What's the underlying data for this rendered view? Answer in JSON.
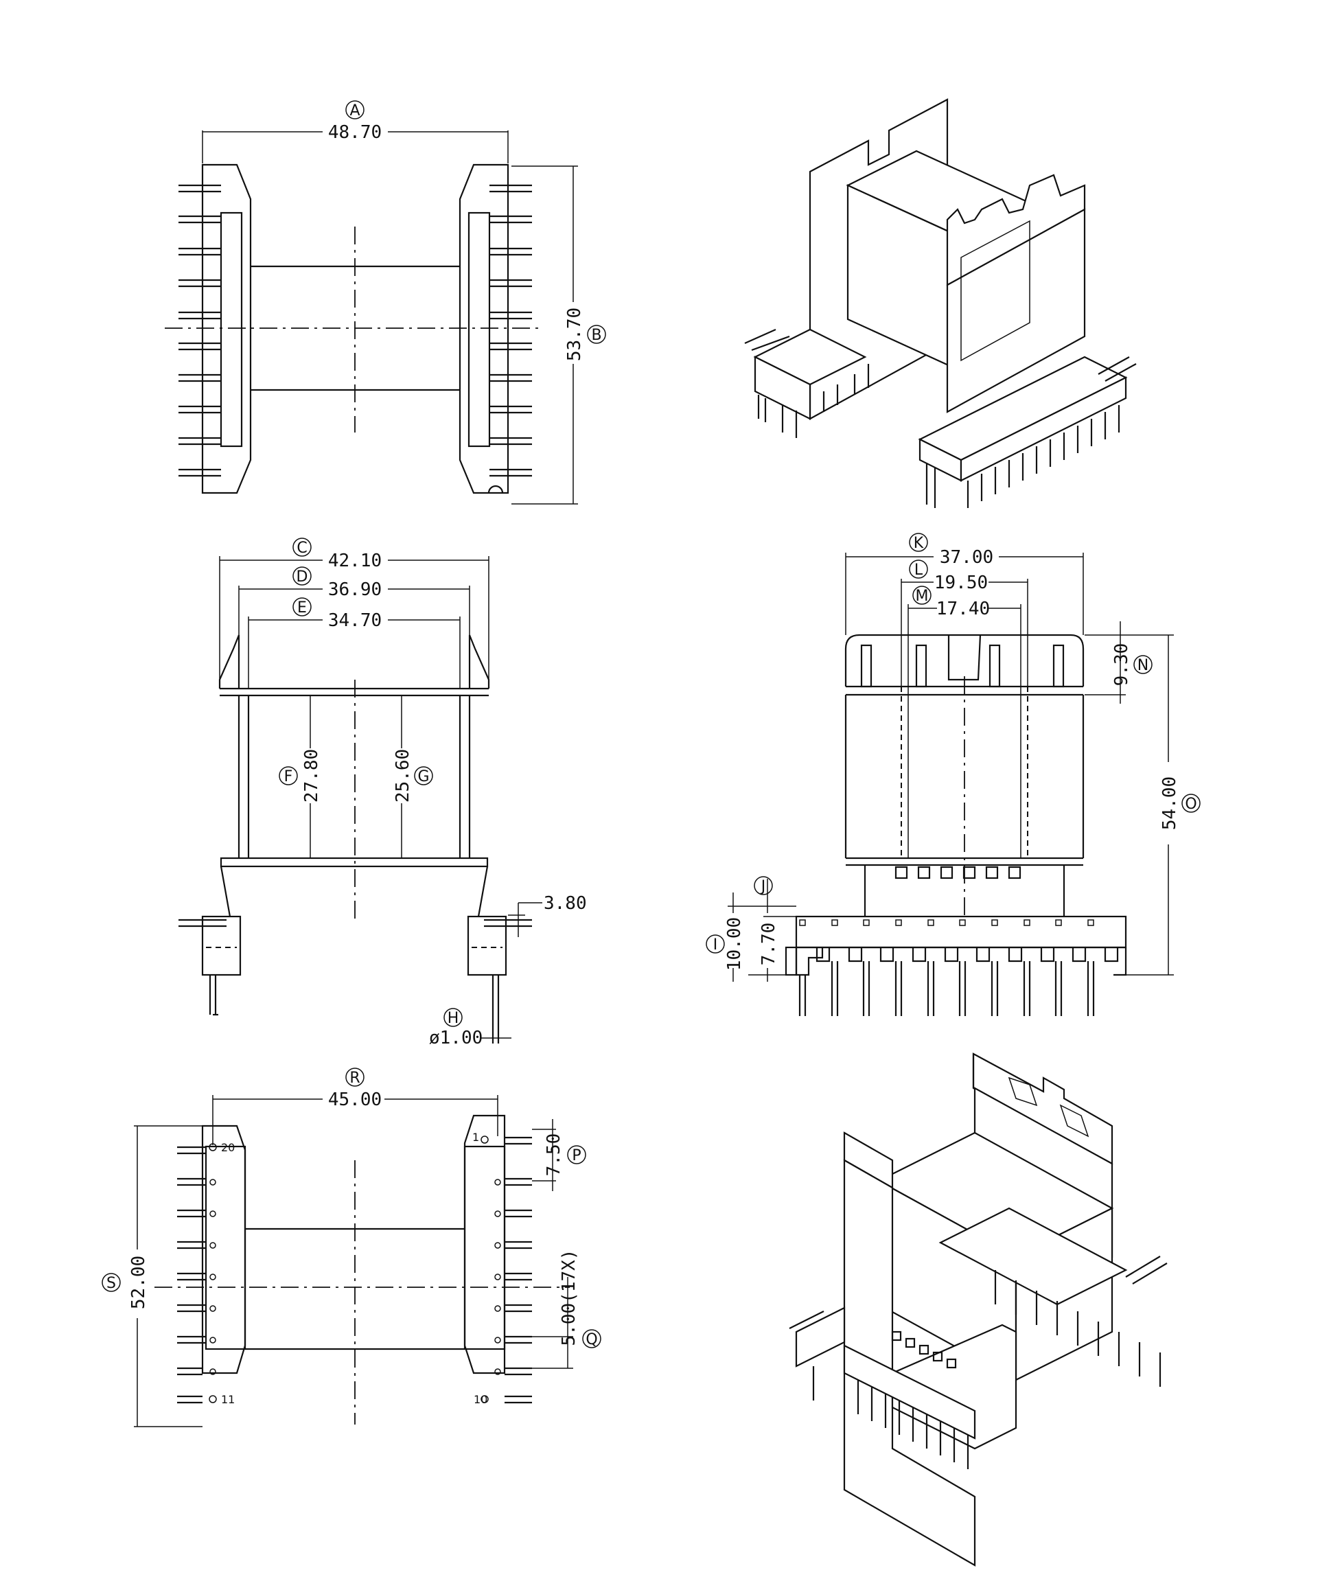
{
  "dimensions": {
    "A": {
      "label": "A",
      "value": "48.70"
    },
    "B": {
      "label": "B",
      "value": "53.70"
    },
    "C": {
      "label": "C",
      "value": "42.10"
    },
    "D": {
      "label": "D",
      "value": "36.90"
    },
    "E": {
      "label": "E",
      "value": "34.70"
    },
    "F": {
      "label": "F",
      "value": "27.80"
    },
    "G": {
      "label": "G",
      "value": "25.60"
    },
    "H": {
      "label": "H",
      "value": "ø1.00"
    },
    "I": {
      "label": "I",
      "value": "10.00"
    },
    "J": {
      "label": "J",
      "value": "7.70"
    },
    "K": {
      "label": "K",
      "value": "37.00"
    },
    "L": {
      "label": "L",
      "value": "19.50"
    },
    "M": {
      "label": "M",
      "value": "17.40"
    },
    "N": {
      "label": "N",
      "value": "9.30"
    },
    "O": {
      "label": "O",
      "value": "54.00"
    },
    "P": {
      "label": "P",
      "value": "7.50"
    },
    "Q": {
      "label": "Q",
      "value": "5.00(17X)"
    },
    "R": {
      "label": "R",
      "value": "45.00"
    },
    "S": {
      "label": "S",
      "value": "52.00"
    },
    "pin_offset": {
      "value": "3.80"
    }
  },
  "pin_numbers": {
    "p1": "1",
    "p10": "10",
    "p11": "11",
    "p20": "20"
  },
  "pin_count_per_side": 10
}
